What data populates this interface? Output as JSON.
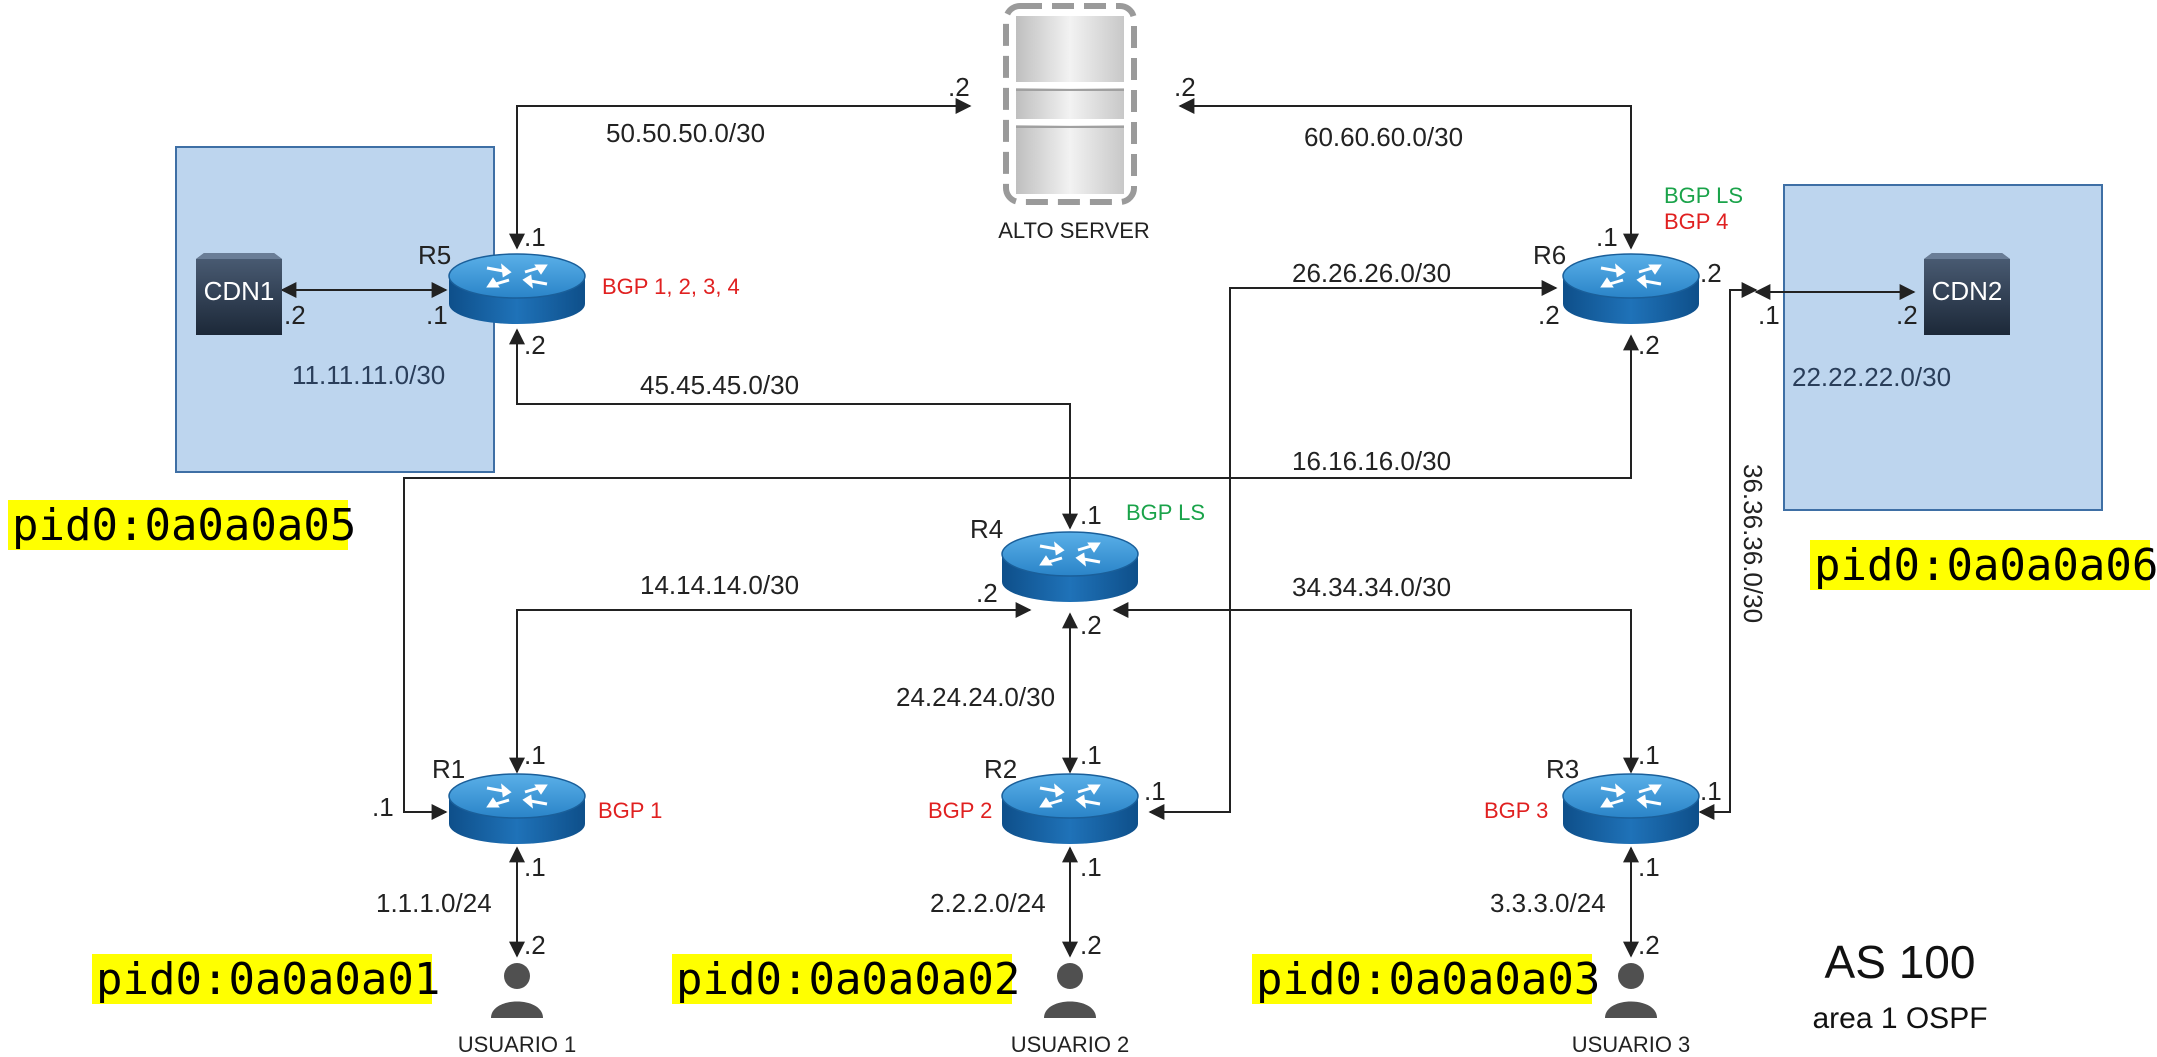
{
  "server": {
    "label": "ALTO SERVER"
  },
  "routers": {
    "r5": {
      "name": "R5",
      "bgp": "BGP 1, 2, 3, 4"
    },
    "r6": {
      "name": "R6",
      "bgp_ls": "BGP LS",
      "bgp": "BGP 4"
    },
    "r4": {
      "name": "R4",
      "bgp_ls": "BGP LS"
    },
    "r1": {
      "name": "R1",
      "bgp": "BGP 1"
    },
    "r2": {
      "name": "R2",
      "bgp": "BGP 2"
    },
    "r3": {
      "name": "R3",
      "bgp": "BGP 3"
    }
  },
  "cdns": {
    "cdn1": {
      "label": "CDN1",
      "subnet": "11.11.11.0/30",
      "pid": "pid0:0a0a0a05"
    },
    "cdn2": {
      "label": "CDN2",
      "subnet": "22.22.22.0/30",
      "pid": "pid0:0a0a0a06"
    }
  },
  "subnets": {
    "s50": "50.50.50.0/30",
    "s60": "60.60.60.0/30",
    "s26": "26.26.26.0/30",
    "s45": "45.45.45.0/30",
    "s16": "16.16.16.0/30",
    "s14": "14.14.14.0/30",
    "s34": "34.34.34.0/30",
    "s24": "24.24.24.0/30",
    "s36": "36.36.36.0/30",
    "s1": "1.1.1.0/24",
    "s2": "2.2.2.0/24",
    "s3": "3.3.3.0/24"
  },
  "users": [
    {
      "label": "USUARIO 1",
      "pid": "pid0:0a0a0a01"
    },
    {
      "label": "USUARIO 2",
      "pid": "pid0:0a0a0a02"
    },
    {
      "label": "USUARIO 3",
      "pid": "pid0:0a0a0a03"
    }
  ],
  "ip_suffixes": {
    "one": ".1",
    "two": ".2"
  },
  "as_info": {
    "title": "AS 100",
    "subtitle": "area 1 OSPF"
  },
  "colors": {
    "router_blue": "#1f72b8",
    "cdn_box": "#bdd5ee",
    "pid_highlight": "#ffff00",
    "bgp_red": "#e02020",
    "bgp_ls_green": "#1aa34a"
  }
}
